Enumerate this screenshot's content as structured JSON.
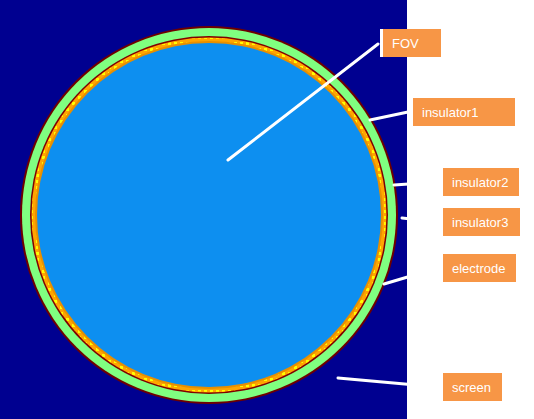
{
  "diagram": {
    "nodes": [
      {
        "text": [
          "FOV"
        ]
      },
      {
        "text": [
          "insulator1"
        ]
      },
      {
        "text": [
          "insulator2"
        ]
      },
      {
        "text": [
          "insulator3"
        ]
      },
      {
        "text": [
          "electrode"
        ]
      },
      {
        "text": [
          "screen"
        ]
      }
    ]
  }
}
